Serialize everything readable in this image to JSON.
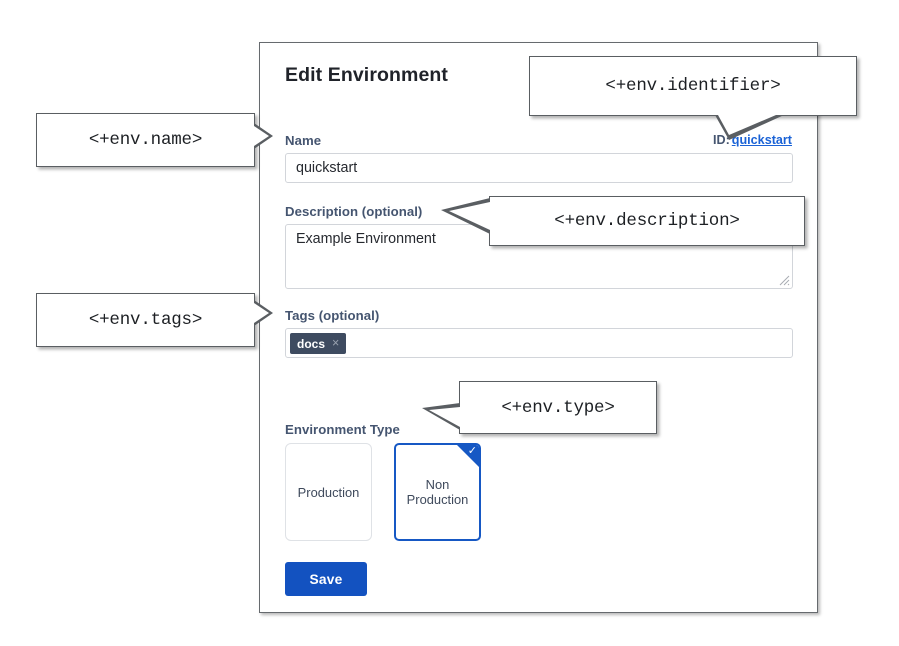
{
  "panel": {
    "title": "Edit Environment",
    "identifier_prefix": "ID:",
    "identifier_value": "quickstart",
    "fields": {
      "name": {
        "label": "Name",
        "value": "quickstart",
        "placeholder": ""
      },
      "description": {
        "label": "Description (optional)",
        "value": "Example Environment",
        "placeholder": ""
      },
      "tags": {
        "label": "Tags (optional)",
        "chips": [
          {
            "label": "docs",
            "remove_icon": "×"
          }
        ],
        "placeholder": ""
      },
      "environment_type": {
        "label": "Environment Type",
        "options": [
          {
            "label": "Production",
            "selected": false
          },
          {
            "label": "Non\nProduction",
            "line1": "Non",
            "line2": "Production",
            "selected": true
          }
        ],
        "selected_check_icon": "✓"
      }
    },
    "save_label": "Save"
  },
  "annotations": [
    {
      "id": "name",
      "text": "<+env.name>"
    },
    {
      "id": "identifier",
      "text": "<+env.identifier>"
    },
    {
      "id": "description",
      "text": "<+env.description>"
    },
    {
      "id": "tags",
      "text": "<+env.tags>"
    },
    {
      "id": "type",
      "text": "<+env.type>"
    }
  ],
  "colors": {
    "accent_blue": "#1352c0",
    "link_blue": "#1a62d6",
    "selected_border": "#1658c4",
    "label_slate": "#455570",
    "chip_bg": "#3e4b60",
    "panel_border": "#666a6e",
    "callout_border": "#5a5e62"
  }
}
